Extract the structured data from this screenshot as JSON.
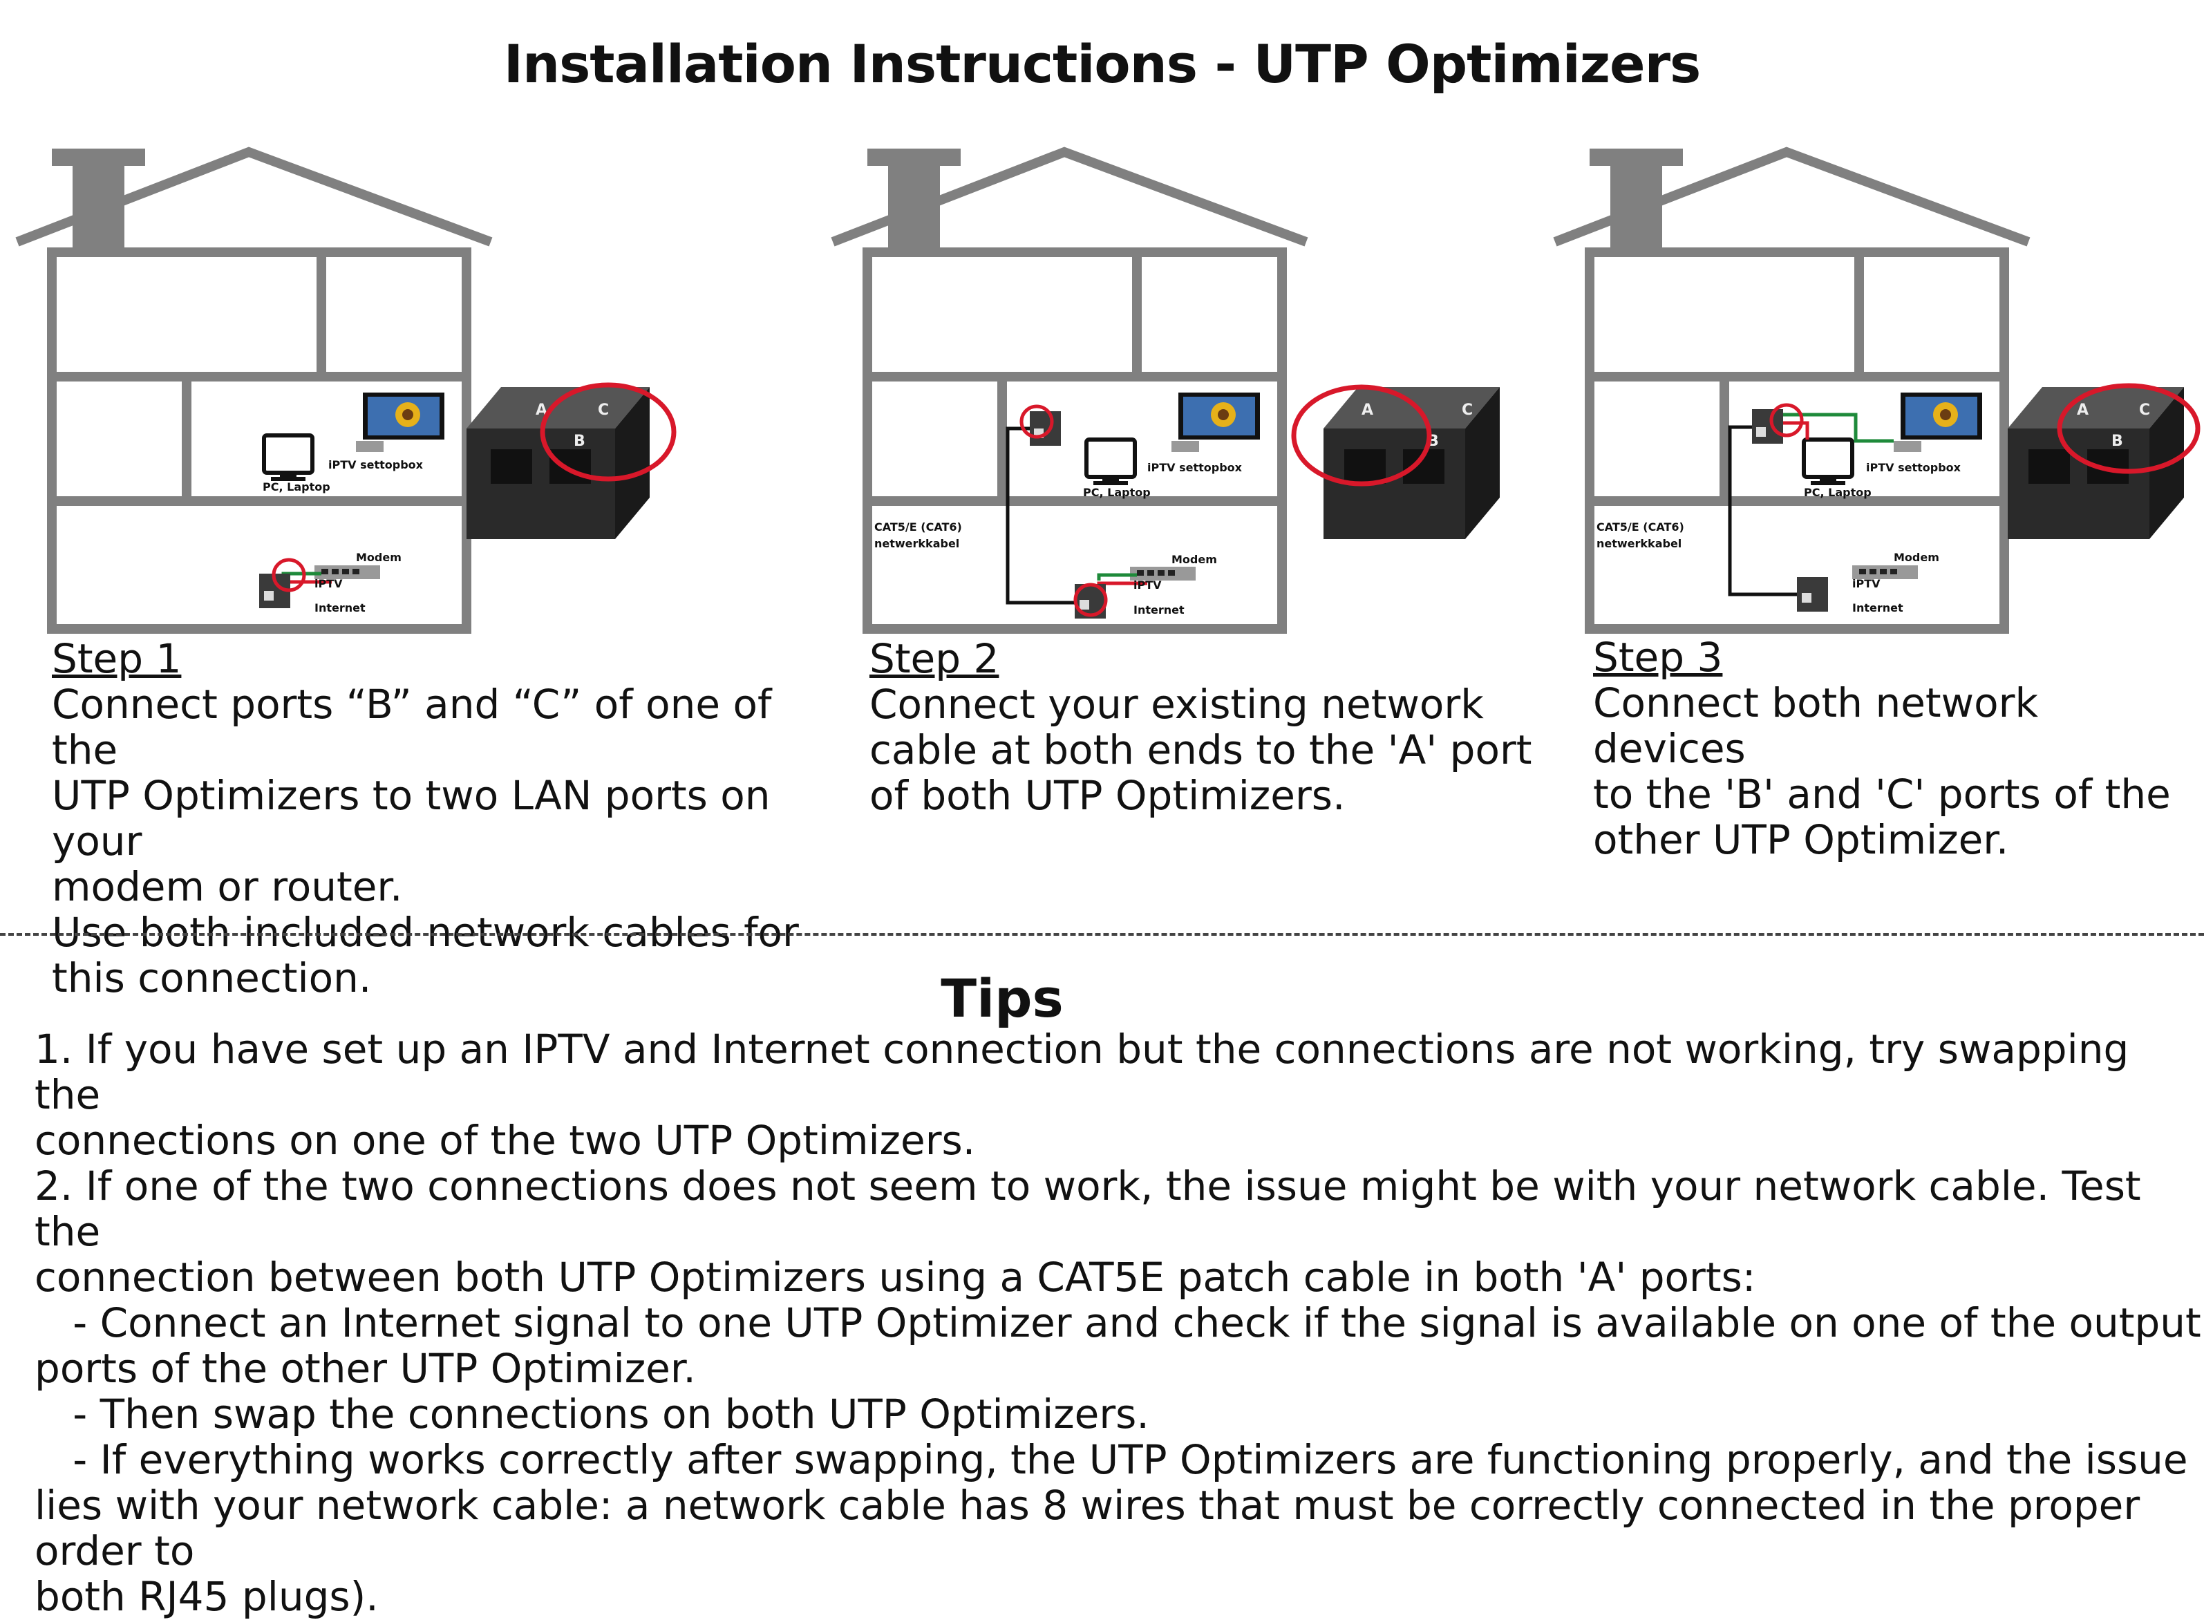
{
  "title": "Installation Instructions - UTP Optimizers",
  "labels": {
    "pc": "PC, Laptop",
    "settopbox": "iPTV settopbox",
    "modem": "Modem",
    "iptv": "iPTV",
    "internet": "Internet",
    "cable_line1": "CAT5/E (CAT6)",
    "cable_line2": "netwerkkabel",
    "port_a": "A",
    "port_b": "B",
    "port_c": "C"
  },
  "steps": [
    {
      "heading": "Step 1",
      "lines": [
        "Connect ports “B” and “C” of one of the",
        "UTP Optimizers to two LAN ports on your",
        "modem or router.",
        "Use both included network cables for",
        "this connection."
      ]
    },
    {
      "heading": "Step 2",
      "lines": [
        "Connect your existing network",
        "cable at both ends to the 'A' port",
        "of both UTP Optimizers."
      ]
    },
    {
      "heading": "Step 3",
      "lines": [
        "Connect both network devices",
        "to the 'B' and 'C' ports of the",
        "other UTP Optimizer."
      ]
    }
  ],
  "tips": {
    "title": "Tips",
    "lines": [
      "1. If you have set up an IPTV and Internet connection but the connections are not working, try swapping the",
      "connections on one of the two UTP Optimizers.",
      "2. If one of the two connections does not seem to work, the issue might be with your network cable. Test the",
      "connection between both UTP Optimizers using a CAT5E patch cable in both 'A' ports:",
      "   - Connect an Internet signal to one UTP Optimizer and check if the signal is available on one of the output",
      "ports of the other UTP Optimizer.",
      "   - Then swap the connections on both UTP Optimizers.",
      "   - If everything works correctly after swapping, the UTP Optimizers are functioning properly, and the issue likely",
      "lies with your network cable: a network cable has 8 wires that must be correctly connected in the proper order to",
      "both RJ45 plugs)."
    ]
  },
  "colors": {
    "house": "#808080",
    "highlight": "#d8182a",
    "cable_green": "#1e8a3a",
    "cable_red": "#d8182a",
    "device": "#2a2a2a"
  }
}
